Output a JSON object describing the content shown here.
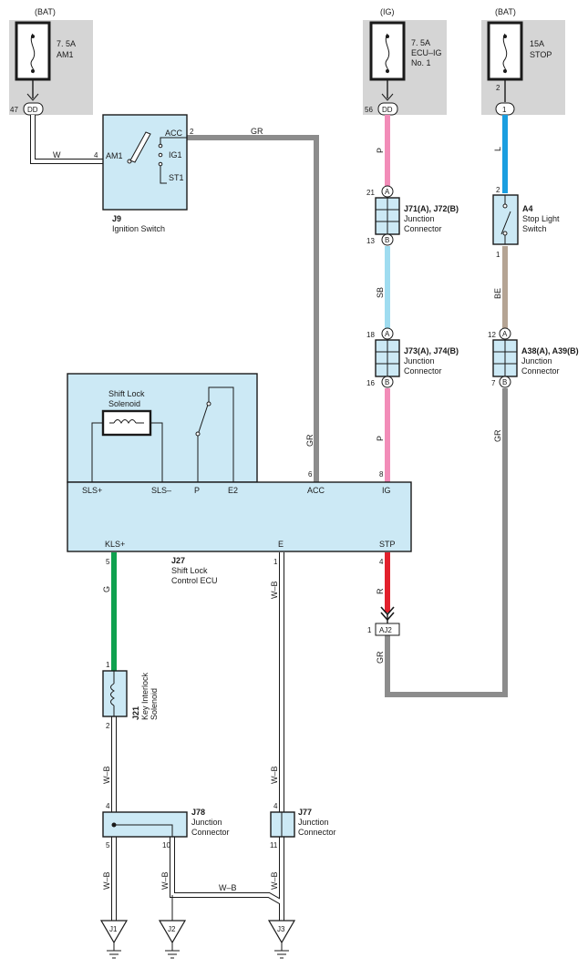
{
  "colors": {
    "wire_white": "#ffffff",
    "wire_gray": "#8c8c8c",
    "wire_pink": "#f28cb8",
    "wire_skyblue": "#9fdcf0",
    "wire_blue": "#1a9ee0",
    "wire_beige": "#b5a494",
    "wire_green": "#0fa14f",
    "wire_red": "#e2202c",
    "wire_whiteblack": "#ffffff",
    "component_fill": "#cce9f5",
    "fuse_panel": "#d5d5d5"
  },
  "fuses": {
    "am1": {
      "source": "(BAT)",
      "rating": "7. 5A",
      "name": "AM1",
      "pin": "47",
      "connector": "DD"
    },
    "ecuig": {
      "source": "(IG)",
      "rating": "7. 5A",
      "name1": "ECU–IG",
      "name2": "No. 1",
      "pin": "56",
      "connector": "DD"
    },
    "stop": {
      "source": "(BAT)",
      "rating": "15A",
      "name": "STOP",
      "pin": "2",
      "connector": "1"
    }
  },
  "ignition_switch": {
    "id": "J9",
    "name": "Ignition Switch",
    "terminals": {
      "acc": "ACC",
      "ig1": "IG1",
      "st1": "ST1",
      "am1": "AM1"
    },
    "pins": {
      "acc": "2",
      "am1": "4"
    }
  },
  "stop_light_switch": {
    "id": "A4",
    "name1": "Stop Light",
    "name2": "Switch",
    "pin_top": "2",
    "pin_bottom": "1"
  },
  "junctions": {
    "j71": {
      "id": "J71(A), J72(B)",
      "name1": "Junction",
      "name2": "Connector",
      "pin_top": "21",
      "pin_bottom": "13",
      "tag_a": "A",
      "tag_b": "B"
    },
    "j73": {
      "id": "J73(A), J74(B)",
      "name1": "Junction",
      "name2": "Connector",
      "pin_top": "18",
      "pin_bottom": "16",
      "tag_a": "A",
      "tag_b": "B"
    },
    "a38": {
      "id": "A38(A), A39(B)",
      "name1": "Junction",
      "name2": "Connector",
      "pin_top": "12",
      "pin_bottom": "7",
      "tag_a": "A",
      "tag_b": "B"
    },
    "j78": {
      "id": "J78",
      "name1": "Junction",
      "name2": "Connector",
      "pin_top": "4",
      "pin_bl": "5",
      "pin_br": "10"
    },
    "j77": {
      "id": "J77",
      "name1": "Junction",
      "name2": "Connector",
      "pin_top": "4",
      "pin_bottom": "11"
    }
  },
  "ecu": {
    "id": "J27",
    "name1": "Shift Lock",
    "name2": "Control ECU",
    "solenoid1": "Shift Lock",
    "solenoid2": "Solenoid",
    "terminals": {
      "sls_plus": "SLS+",
      "sls_minus": "SLS–",
      "p": "P",
      "e2": "E2",
      "acc": "ACC",
      "ig": "IG",
      "kls": "KLS+",
      "e": "E",
      "stp": "STP"
    },
    "pins": {
      "acc": "6",
      "ig": "8",
      "kls": "5",
      "e": "1",
      "stp": "4"
    }
  },
  "key_interlock": {
    "id": "J21",
    "name1": "Key Interlock",
    "name2": "Solenoid",
    "pin_top": "1",
    "pin_bottom": "2"
  },
  "aj2": {
    "id": "AJ2",
    "pin": "1"
  },
  "grounds": [
    "J1",
    "J2",
    "J3"
  ],
  "wire_labels": {
    "w": "W",
    "gr_top": "GR",
    "p1": "P",
    "sb": "SB",
    "p2": "P",
    "gr_mid": "GR",
    "l": "L",
    "be": "BE",
    "gr_right": "GR",
    "g": "G",
    "wb1": "W–B",
    "r": "R",
    "gr_aj2": "GR",
    "wb2": "W–B",
    "wb3": "W–B",
    "wb4": "W–B",
    "wb5": "W–B",
    "wb6": "W–B",
    "wb7": "W–B"
  }
}
